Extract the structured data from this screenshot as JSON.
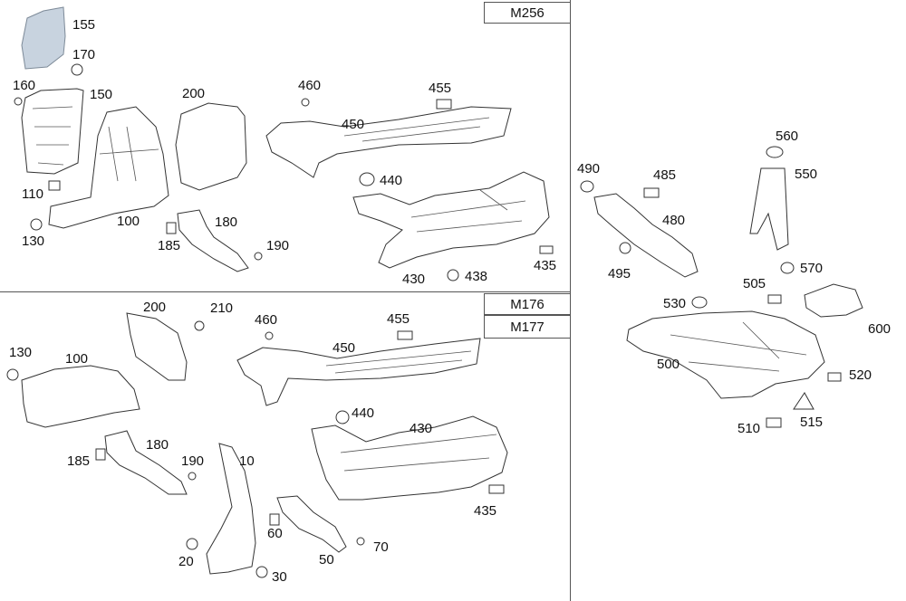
{
  "variants": {
    "top": "M256",
    "mid_1": "M176",
    "mid_2": "M177"
  },
  "labels": {
    "top_left": [
      "155",
      "170",
      "160",
      "150",
      "200",
      "110",
      "100",
      "130",
      "180",
      "185",
      "190",
      "460",
      "455",
      "450",
      "440",
      "430",
      "438",
      "435"
    ],
    "bottom_left": [
      "200",
      "210",
      "130",
      "100",
      "460",
      "455",
      "450",
      "440",
      "430",
      "435",
      "185",
      "180",
      "190",
      "10",
      "60",
      "70",
      "50",
      "20",
      "30"
    ],
    "right": [
      "490",
      "485",
      "480",
      "495",
      "560",
      "550",
      "570",
      "505",
      "530",
      "500",
      "600",
      "520",
      "510",
      "515"
    ]
  },
  "colors": {
    "line": "#333333",
    "highlight_part": "#c8d3df"
  }
}
